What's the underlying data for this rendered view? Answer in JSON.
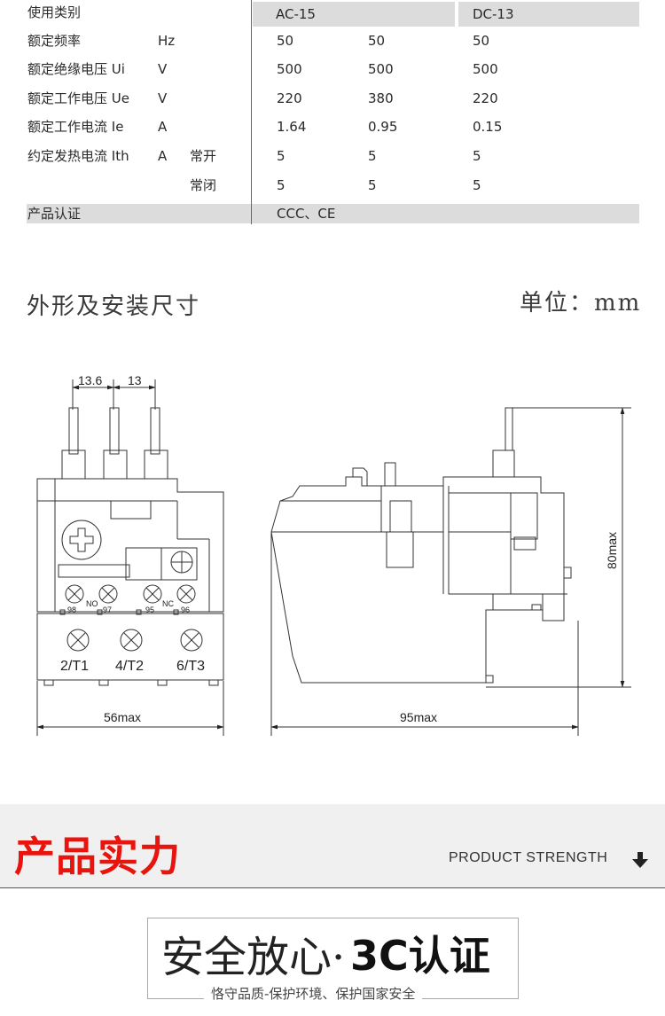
{
  "spec_table": {
    "header": {
      "label": "使用类别",
      "col_ac": "AC-15",
      "col_dc": "DC-13"
    },
    "rows": [
      {
        "label": "额定频率",
        "unit": "Hz",
        "sub": "",
        "v1": "50",
        "v2": "50",
        "v3": "50"
      },
      {
        "label": "额定绝缘电压 Ui",
        "unit": "V",
        "sub": "",
        "v1": "500",
        "v2": "500",
        "v3": "500"
      },
      {
        "label": "额定工作电压 Ue",
        "unit": "V",
        "sub": "",
        "v1": "220",
        "v2": "380",
        "v3": "220"
      },
      {
        "label": "额定工作电流 Ie",
        "unit": "A",
        "sub": "",
        "v1": "1.64",
        "v2": "0.95",
        "v3": "0.15"
      },
      {
        "label": "约定发热电流 Ith",
        "unit": "A",
        "sub": "常开",
        "v1": "5",
        "v2": "5",
        "v3": "5"
      },
      {
        "label": "",
        "unit": "",
        "sub": "常闭",
        "v1": "5",
        "v2": "5",
        "v3": "5"
      }
    ],
    "footer": {
      "label": "产品认证",
      "value": "CCC、CE"
    }
  },
  "dimensions_section": {
    "title": "外形及安装尺寸",
    "unit_label": "单位：mm",
    "front_view": {
      "dim_pitch_1": "13.6",
      "dim_pitch_2": "13",
      "width_label": "56max",
      "contacts": {
        "no": "NO",
        "nc": "NC",
        "t98": "98",
        "t97": "97",
        "t95": "95",
        "t96": "96"
      },
      "terminals": [
        "2/T1",
        "4/T2",
        "6/T3"
      ]
    },
    "side_view": {
      "depth_label": "95max",
      "height_label": "80max"
    }
  },
  "strength_section": {
    "title": "产品实力",
    "subtitle": "PRODUCT STRENGTH",
    "arrow_icon": "arrow-down-icon"
  },
  "cert_section": {
    "title_a": "安全放心·",
    "title_b": "3C认证",
    "subtitle": "恪守品质-保护环境、保护国家安全"
  },
  "colors": {
    "accent_red": "#e8140e",
    "band_gray": "#dcdcdc"
  }
}
